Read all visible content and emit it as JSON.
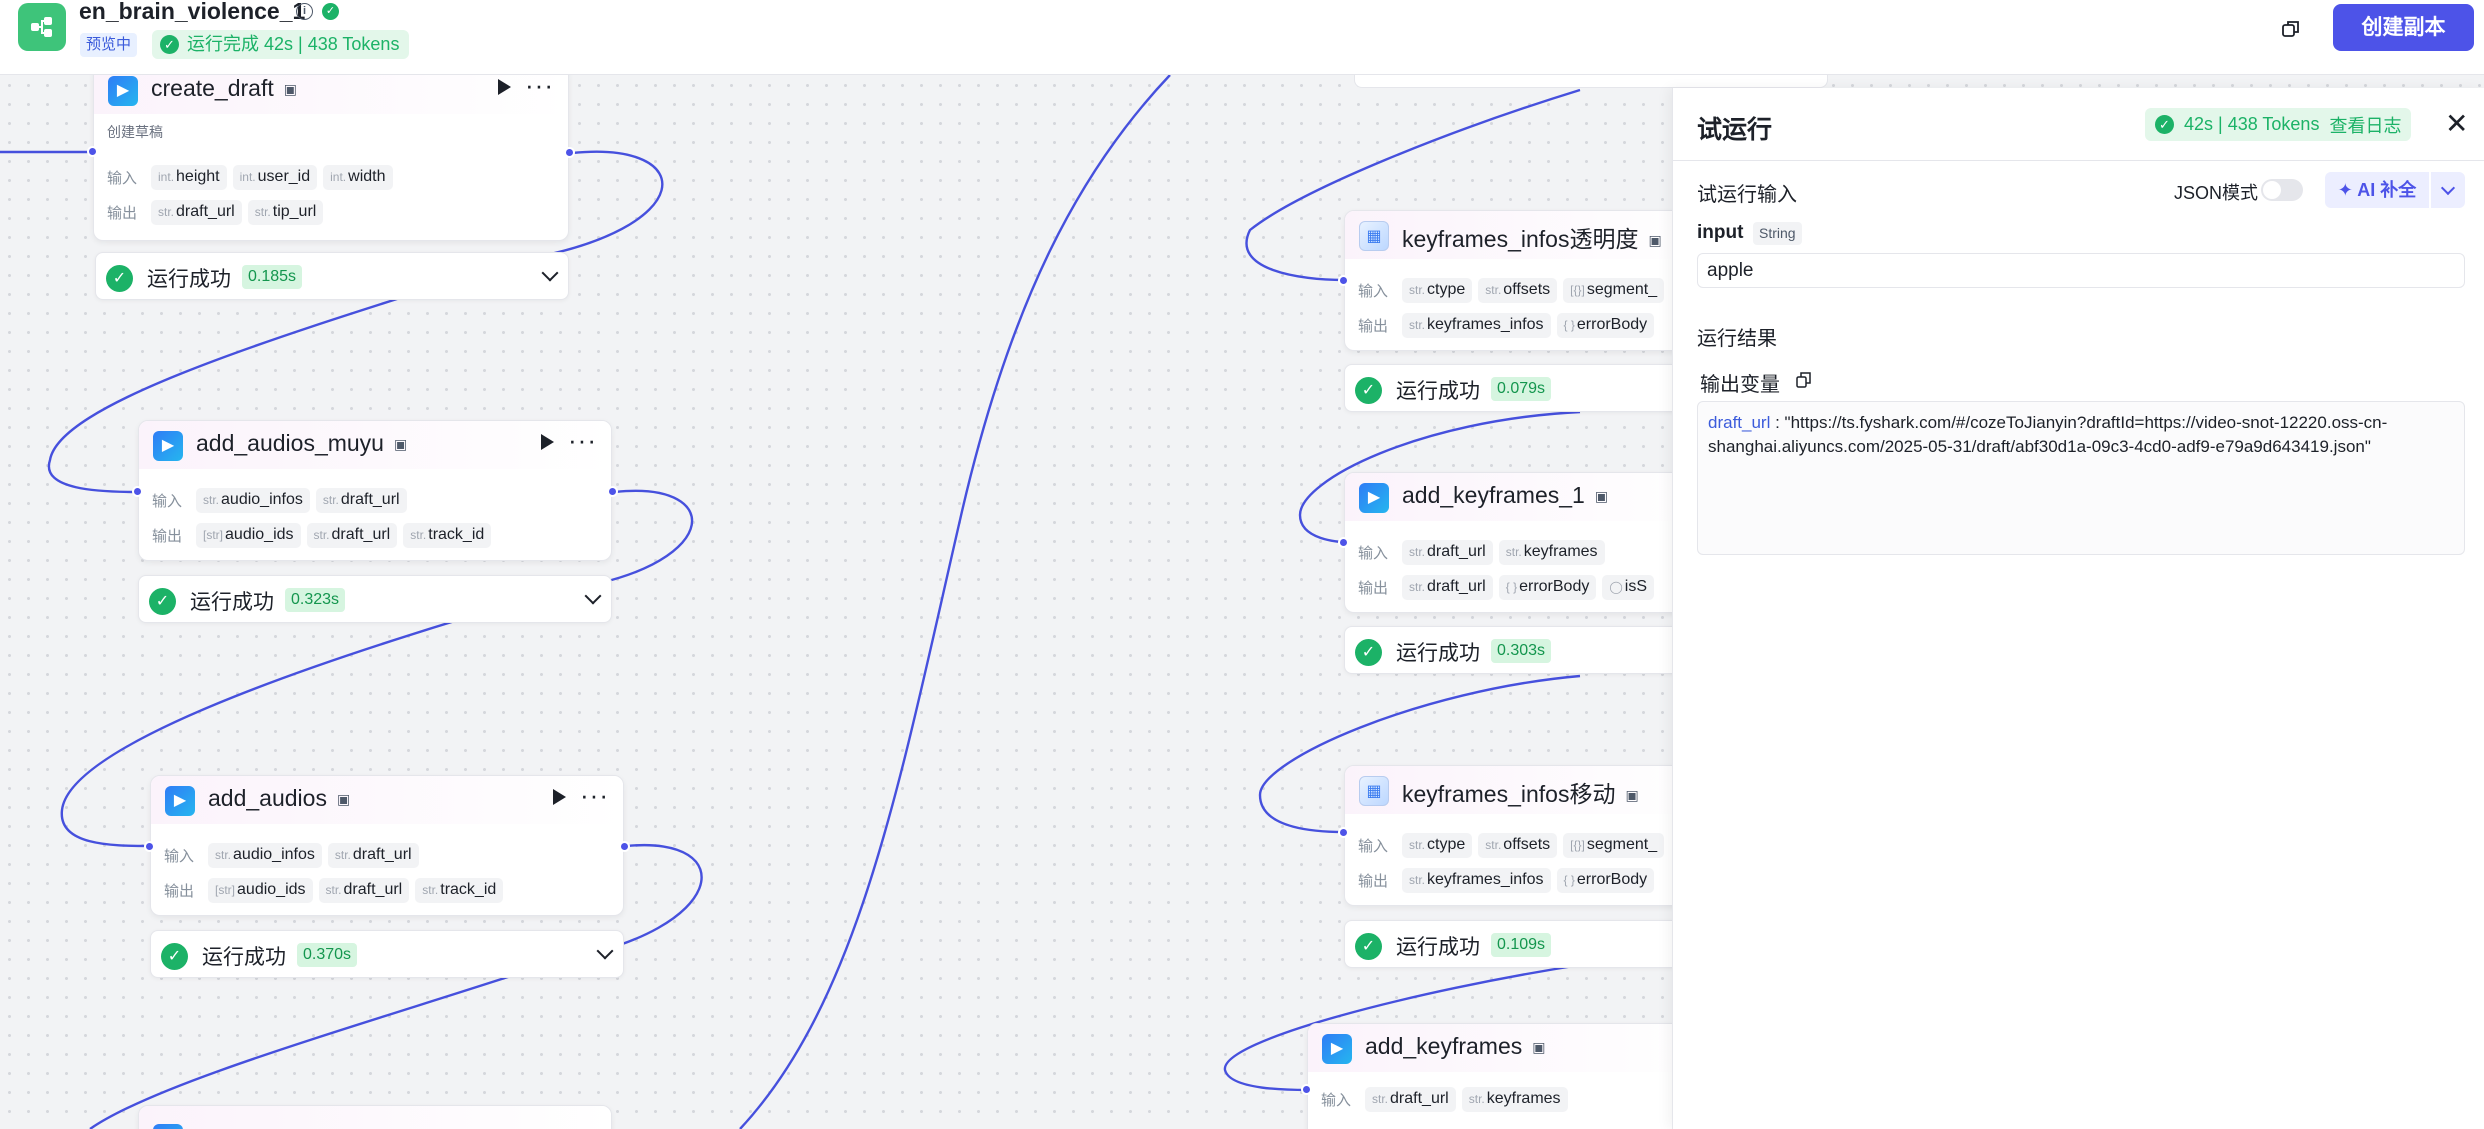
{
  "header": {
    "app_title": "en_brain_violence_1",
    "preview_tag": "预览中",
    "run_status": "运行完成 42s | 438 Tokens",
    "create_copy_label": "创建副本"
  },
  "io": {
    "input_label": "输入",
    "output_label": "输出"
  },
  "nodes": {
    "create_draft": {
      "title": "create_draft",
      "desc": "创建草稿",
      "inputs": [
        {
          "t": "int.",
          "n": "height"
        },
        {
          "t": "int.",
          "n": "user_id"
        },
        {
          "t": "int.",
          "n": "width"
        }
      ],
      "outputs": [
        {
          "t": "str.",
          "n": "draft_url"
        },
        {
          "t": "str.",
          "n": "tip_url"
        }
      ],
      "status": "运行成功",
      "time": "0.185s"
    },
    "add_audios_muyu": {
      "title": "add_audios_muyu",
      "inputs": [
        {
          "t": "str.",
          "n": "audio_infos"
        },
        {
          "t": "str.",
          "n": "draft_url"
        }
      ],
      "outputs": [
        {
          "t": "[str]",
          "n": "audio_ids"
        },
        {
          "t": "str.",
          "n": "draft_url"
        },
        {
          "t": "str.",
          "n": "track_id"
        }
      ],
      "status": "运行成功",
      "time": "0.323s"
    },
    "add_audios": {
      "title": "add_audios",
      "inputs": [
        {
          "t": "str.",
          "n": "audio_infos"
        },
        {
          "t": "str.",
          "n": "draft_url"
        }
      ],
      "outputs": [
        {
          "t": "[str]",
          "n": "audio_ids"
        },
        {
          "t": "str.",
          "n": "draft_url"
        },
        {
          "t": "str.",
          "n": "track_id"
        }
      ],
      "status": "运行成功",
      "time": "0.370s"
    },
    "keyframes_alpha": {
      "title": "keyframes_infos透明度",
      "inputs": [
        {
          "t": "str.",
          "n": "ctype"
        },
        {
          "t": "str.",
          "n": "offsets"
        },
        {
          "t": "[{}]",
          "n": "segment_"
        }
      ],
      "outputs": [
        {
          "t": "str.",
          "n": "keyframes_infos"
        },
        {
          "t": "{ }",
          "n": "errorBody"
        }
      ],
      "status": "运行成功",
      "time": "0.079s"
    },
    "add_keyframes_1": {
      "title": "add_keyframes_1",
      "inputs": [
        {
          "t": "str.",
          "n": "draft_url"
        },
        {
          "t": "str.",
          "n": "keyframes"
        }
      ],
      "outputs": [
        {
          "t": "str.",
          "n": "draft_url"
        },
        {
          "t": "{ }",
          "n": "errorBody"
        },
        {
          "t": "◯",
          "n": "isS"
        }
      ],
      "status": "运行成功",
      "time": "0.303s"
    },
    "keyframes_move": {
      "title": "keyframes_infos移动",
      "inputs": [
        {
          "t": "str.",
          "n": "ctype"
        },
        {
          "t": "str.",
          "n": "offsets"
        },
        {
          "t": "[{}]",
          "n": "segment_"
        }
      ],
      "outputs": [
        {
          "t": "str.",
          "n": "keyframes_infos"
        },
        {
          "t": "{ }",
          "n": "errorBody"
        }
      ],
      "status": "运行成功",
      "time": "0.109s"
    },
    "add_keyframes": {
      "title": "add_keyframes",
      "inputs": [
        {
          "t": "str.",
          "n": "draft_url"
        },
        {
          "t": "str.",
          "n": "keyframes"
        }
      ]
    }
  },
  "panel": {
    "title": "试运行",
    "tag_stats": "42s | 438 Tokens",
    "view_log": "查看日志",
    "input_section": "试运行输入",
    "json_mode": "JSON模式",
    "ai_fill": "AI 补全",
    "field_name": "input",
    "field_type": "String",
    "field_value": "apple",
    "result_section": "运行结果",
    "output_vars": "输出变量",
    "output_key": "draft_url",
    "output_value": ": \"https://ts.fyshark.com/#/cozeToJianyin?draftId=https://video-snot-12220.oss-cn-shanghai.aliyuncs.com/2025-05-31/draft/abf30d1a-09c3-4cd0-adf9-e79a9d643419.json\""
  },
  "colors": {
    "accent": "#4d53e8",
    "success": "#1cb267",
    "edge": "#4650dd"
  }
}
